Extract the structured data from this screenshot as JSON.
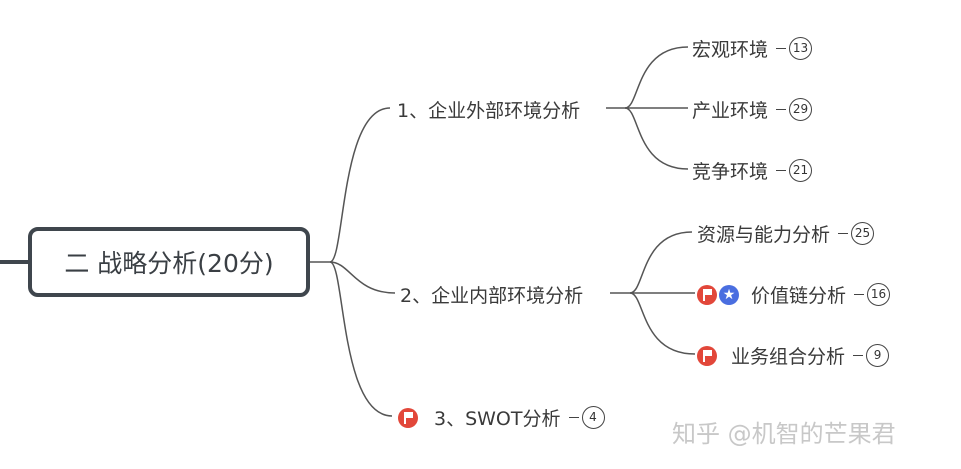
{
  "root": {
    "label": "二 战略分析(20分)"
  },
  "branches": [
    {
      "label": "1、企业外部环境分析",
      "children": [
        {
          "label": "宏观环境",
          "count": "13"
        },
        {
          "label": "产业环境",
          "count": "29"
        },
        {
          "label": "竞争环境",
          "count": "21"
        }
      ]
    },
    {
      "label": "2、企业内部环境分析",
      "children": [
        {
          "label": "资源与能力分析",
          "count": "25"
        },
        {
          "label": "价值链分析",
          "count": "16",
          "markers": [
            "flag-icon",
            "star-icon"
          ]
        },
        {
          "label": "业务组合分析",
          "count": "9",
          "markers": [
            "flag-icon"
          ]
        }
      ]
    },
    {
      "label": "3、SWOT分析",
      "count": "4",
      "markers": [
        "flag-icon"
      ]
    }
  ],
  "watermark": "知乎 @机智的芒果君",
  "colors": {
    "line": "#444444",
    "root_border": "#3f464d",
    "flag": "#e2473a",
    "star": "#4a6ee0",
    "watermark": "#c8c8c8"
  }
}
